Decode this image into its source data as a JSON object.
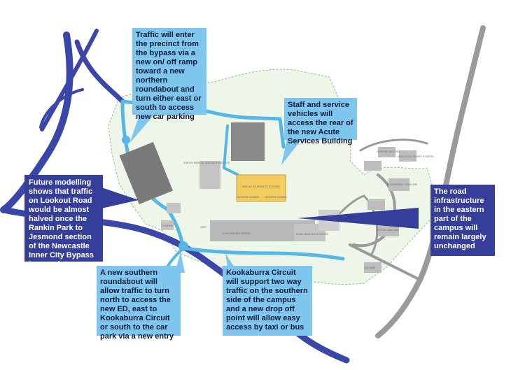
{
  "map": {
    "callouts": {
      "northern_entry": "Traffic will enter the precinct from the bypass via a new on/ off ramp toward a new northern roundabout and turn either east or south to access new car parking",
      "acute_access": "Staff and service vehicles will access the rear of the new Acute Services Building",
      "eastern_roads": "The road infrastructure in the eastern part of the campus will remain largely unchanged",
      "lookout_road": "Future modelling shows that traffic on Lookout Road would be almost halved once the Rankin Park to Jesmond section of the Newcastle Inner City Bypass is complete",
      "southern_roundabout": "A new southern roundabout will allow traffic to turn north to access the new ED, east to Kookaburra Circuit or south to the car park via a new entry",
      "kookaburra_circuit": "Kookaburra Circuit will support two way traffic on the southern side of the campus and a new drop off point will allow easy access by taxi or bus"
    },
    "building_labels": {
      "new_acute_services": "NEW ACUTE SERVICES BUILDING",
      "elevated_garden_west": "ELEVATED GARDEN",
      "elevated_garden_east": "ELEVATED GARDEN",
      "john_hunter_hospital": "JOHN HUNTER HOSPITAL",
      "royal_newcastle_centre": "ROYAL NEWCASTLE CENTRE",
      "hunter_medical_research_institute": "HUNTER MEDICAL RESEARCH INSTITUTE",
      "forensic": "FORENSIC",
      "hmri": "HMRI",
      "newcastle_private_hospital": "NEWCASTLE PRIVATE HOSPITAL",
      "gosford_building": "GOSFORD BUILDING",
      "kookaburra_childcare": "KOOKABURRA CHILDCARE",
      "special_care_unit": "SPECIAL CARE UNIT",
      "eastern_car_park": "CAR PARK"
    },
    "colors": {
      "road_blue": "#3a46a8",
      "callout_light": "#7fc6ee",
      "callout_dark": "#353f9a",
      "new_road_cyan": "#56b7e6",
      "existing_road": "#9a9a9a",
      "green_boundary": "#8fc489",
      "new_building_yellow": "#f2cc5e"
    }
  }
}
